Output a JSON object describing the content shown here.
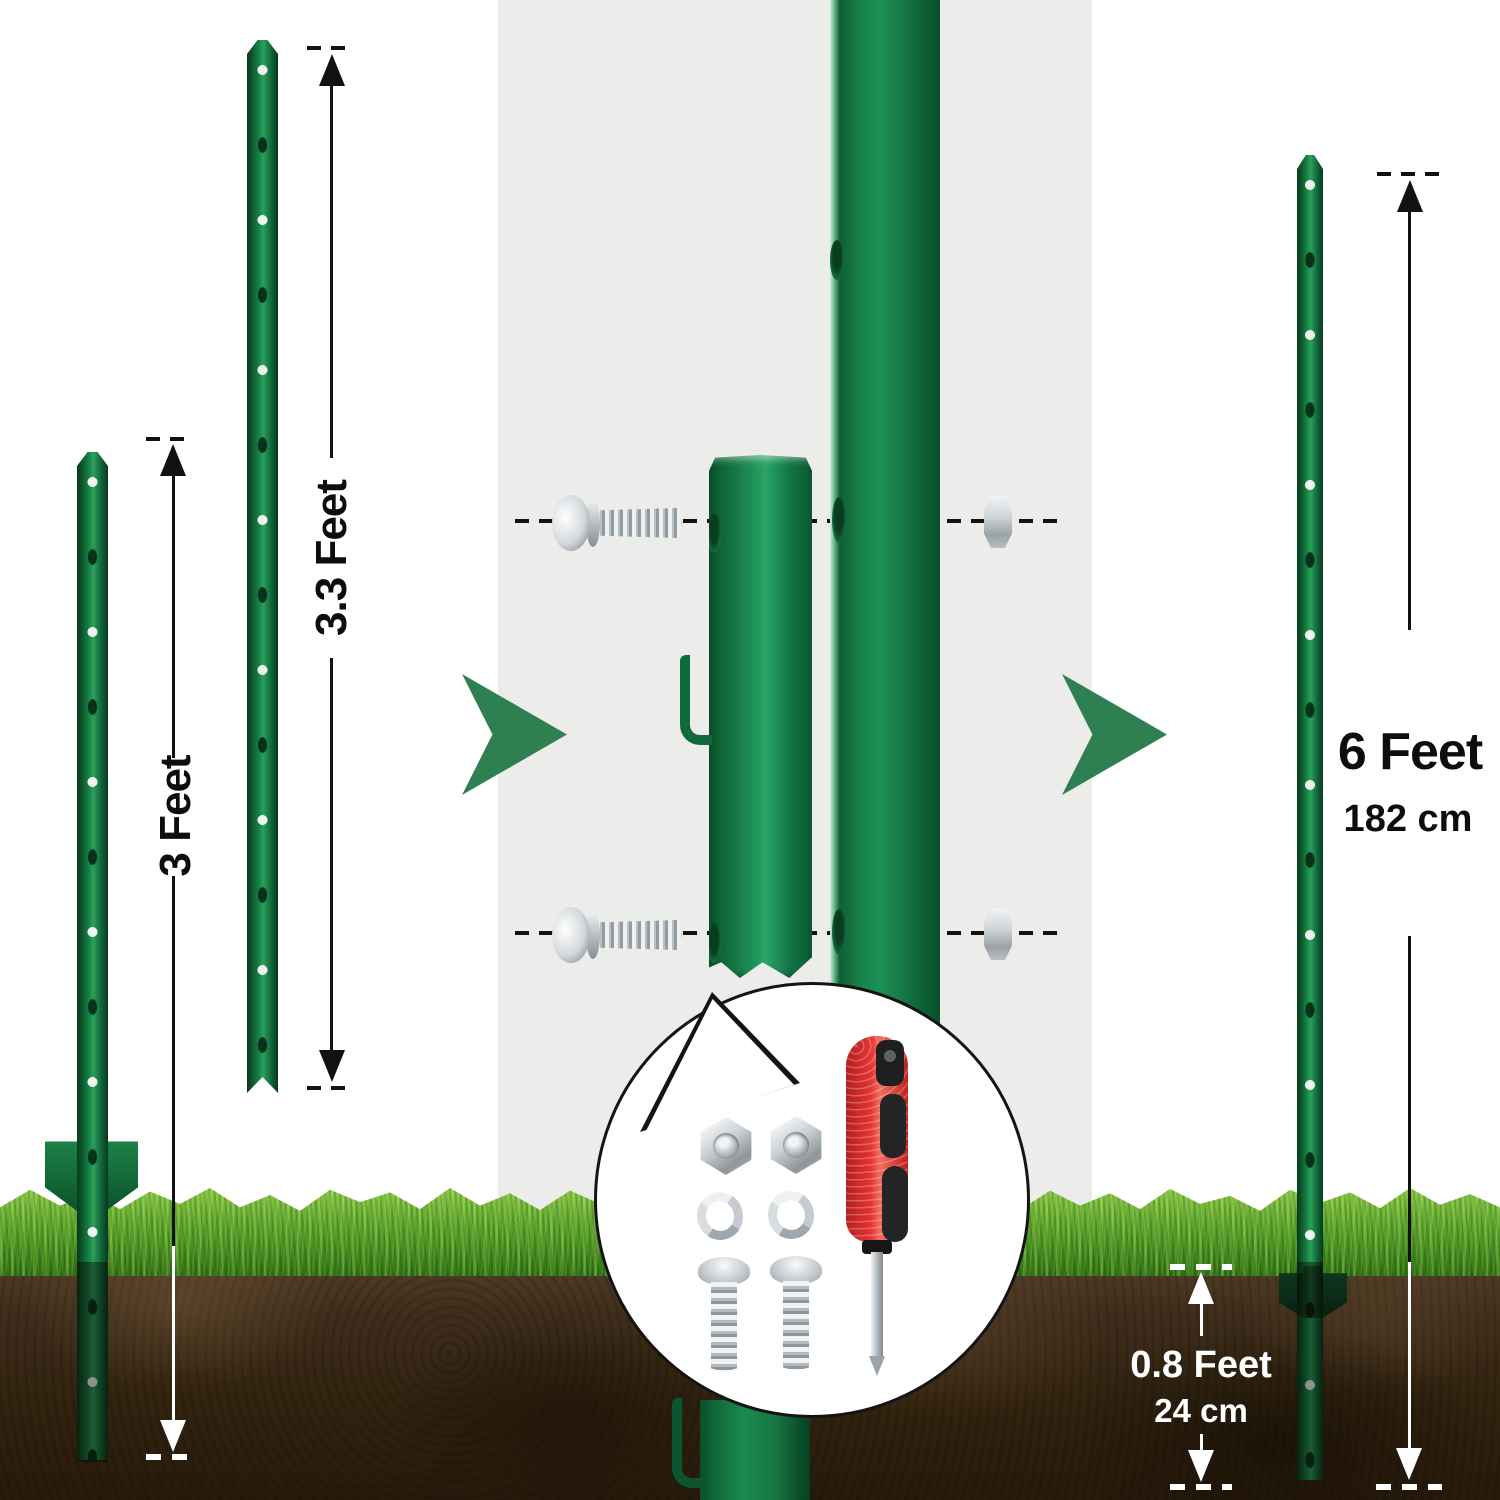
{
  "type": "product-infographic",
  "subject": "green steel u-channel fence posts assembly",
  "annotations": {
    "post_3ft": {
      "height_label": "3 Feet"
    },
    "post_section": {
      "height_label": "3.3 Feet"
    },
    "post_6ft": {
      "height_label": "6 Feet",
      "height_metric": "182 cm"
    },
    "underground": {
      "depth_label": "0.8 Feet",
      "depth_metric": "24 cm"
    }
  },
  "hardware_kit": {
    "hex_nuts": 2,
    "lock_washers": 2,
    "pan_head_screws": 2,
    "screwdrivers": 1
  },
  "colors": {
    "post_green": "#17814A",
    "post_green_dark": "#0A4D27",
    "chevron_green": "#2E8051",
    "grass_green": "#5AA62B",
    "soil_brown": "#3B2B1A",
    "band_gray": "#ECECEA",
    "screwdriver_red": "#D92B2B",
    "metal_silver": "#C9CFD4",
    "annotation_black": "#121212",
    "annotation_white": "#FFFFFF"
  }
}
